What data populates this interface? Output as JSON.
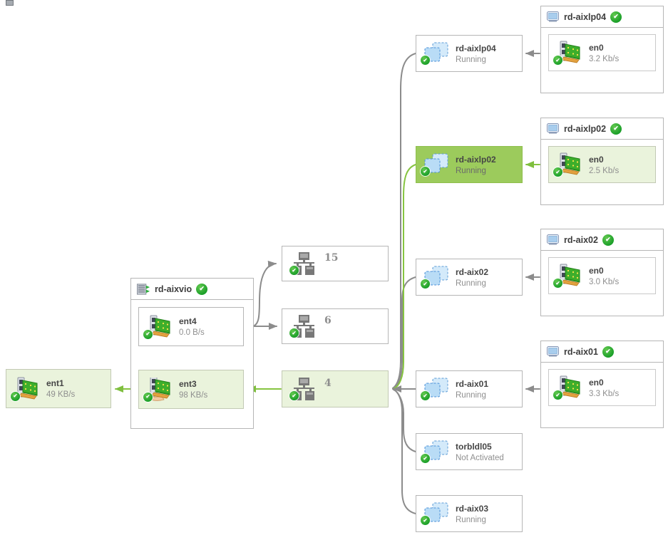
{
  "icons": {
    "check": "✔"
  },
  "colors": {
    "highlight_bright": "#9CCB5C",
    "highlight_light": "#EAF3DC",
    "edge_green": "#86C440",
    "edge_gray": "#8C8C8C",
    "status_ok_badge": "#1DA12B",
    "box_border": "#B6B6B6",
    "title_text": "#3D3D3D",
    "secondary_text": "#8F8F8F"
  },
  "left_adapter": {
    "label": "ent1",
    "rate": "49 KB/s"
  },
  "vio": {
    "title": "rd-aixvio",
    "adapters": [
      {
        "label": "ent4",
        "rate": "0.0 B/s"
      },
      {
        "label": "ent3",
        "rate": "98 KB/s"
      }
    ]
  },
  "switches": [
    {
      "label": "15"
    },
    {
      "label": "6"
    },
    {
      "label": "4"
    }
  ],
  "vms": [
    {
      "name": "rd-aixlp04",
      "status": "Running"
    },
    {
      "name": "rd-aixlp02",
      "status": "Running"
    },
    {
      "name": "rd-aix02",
      "status": "Running"
    },
    {
      "name": "rd-aix01",
      "status": "Running"
    },
    {
      "name": "torbldl05",
      "status": "Not Activated"
    },
    {
      "name": "rd-aix03",
      "status": "Running"
    }
  ],
  "hosts": [
    {
      "title": "rd-aixlp04",
      "adapter": "en0",
      "rate": "3.2 Kb/s"
    },
    {
      "title": "rd-aixlp02",
      "adapter": "en0",
      "rate": "2.5 Kb/s"
    },
    {
      "title": "rd-aix02",
      "adapter": "en0",
      "rate": "3.0 Kb/s"
    },
    {
      "title": "rd-aix01",
      "adapter": "en0",
      "rate": "3.3 Kb/s"
    }
  ],
  "edges": [
    {
      "from": "en0@rd-aixlp04",
      "to": "rd-aixlp04",
      "color": "gray"
    },
    {
      "from": "en0@rd-aixlp02",
      "to": "rd-aixlp02",
      "color": "green"
    },
    {
      "from": "en0@rd-aix02",
      "to": "rd-aix02",
      "color": "gray"
    },
    {
      "from": "en0@rd-aix01",
      "to": "rd-aix01",
      "color": "gray"
    },
    {
      "from": "rd-aixlp04",
      "to": "switch-4",
      "color": "gray"
    },
    {
      "from": "rd-aixlp02",
      "to": "switch-4",
      "color": "green"
    },
    {
      "from": "rd-aix02",
      "to": "switch-4",
      "color": "gray"
    },
    {
      "from": "rd-aix01",
      "to": "switch-4",
      "color": "gray"
    },
    {
      "from": "torbldl05",
      "to": "switch-4",
      "color": "gray"
    },
    {
      "from": "rd-aix03",
      "to": "switch-4",
      "color": "gray"
    },
    {
      "from": "switch-4",
      "to": "ent3",
      "color": "green"
    },
    {
      "from": "ent4",
      "to": "switch-15",
      "color": "gray"
    },
    {
      "from": "ent4",
      "to": "switch-6",
      "color": "gray"
    },
    {
      "from": "ent3",
      "to": "ent1",
      "color": "green"
    }
  ]
}
